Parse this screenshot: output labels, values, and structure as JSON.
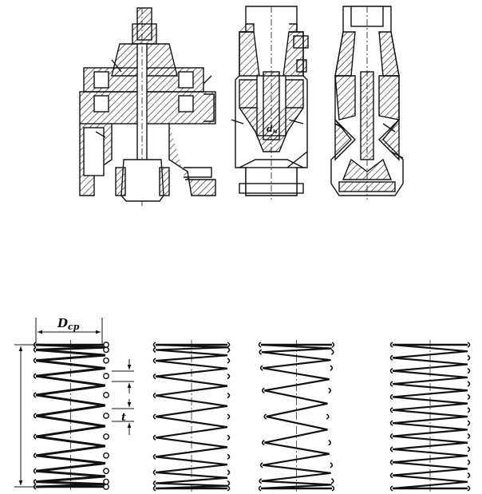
{
  "labels": {
    "dcp_prefix": "D",
    "dcp_subscript": "cp",
    "t_label": "t",
    "d_prefix": "d",
    "d_subscript": "н"
  },
  "springs": [
    {
      "id": "cylindrical-dense",
      "coils": 10,
      "profile": "cylindrical",
      "variable_pitch": true
    },
    {
      "id": "cylindrical",
      "coils": 10,
      "profile": "cylindrical",
      "variable_pitch": true
    },
    {
      "id": "hourglass",
      "coils": 8,
      "profile": "waist",
      "variable_pitch": true
    },
    {
      "id": "uniform",
      "coils": 11,
      "profile": "cylindrical",
      "variable_pitch": false
    }
  ],
  "colors": {
    "ink": "#111111",
    "hatch": "#222222",
    "background": "#ffffff"
  }
}
